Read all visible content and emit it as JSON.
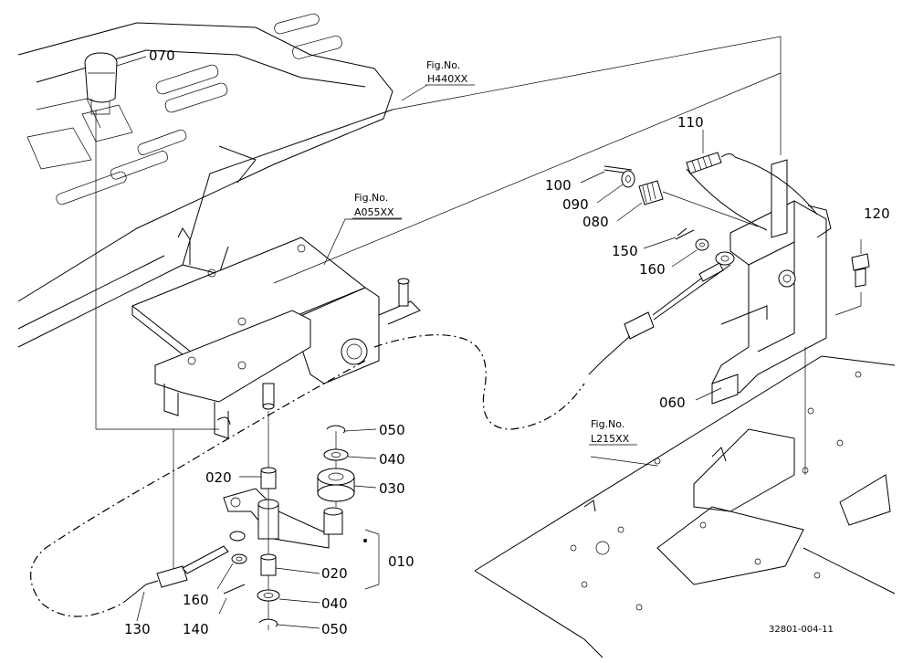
{
  "figure_refs": [
    {
      "label": "Fig.No.",
      "code": "H440XX"
    },
    {
      "label": "Fig.No.",
      "code": "A055XX"
    },
    {
      "label": "Fig.No.",
      "code": "L215XX"
    }
  ],
  "part_numbers": {
    "p010": "010",
    "p020a": "020",
    "p020b": "020",
    "p030": "030",
    "p040a": "040",
    "p040b": "040",
    "p050a": "050",
    "p050b": "050",
    "p060": "060",
    "p070": "070",
    "p080": "080",
    "p090": "090",
    "p100": "100",
    "p110": "110",
    "p120": "120",
    "p130": "130",
    "p140": "140",
    "p150": "150",
    "p160a": "160",
    "p160b": "160"
  },
  "doc_id": "32801-004-11"
}
